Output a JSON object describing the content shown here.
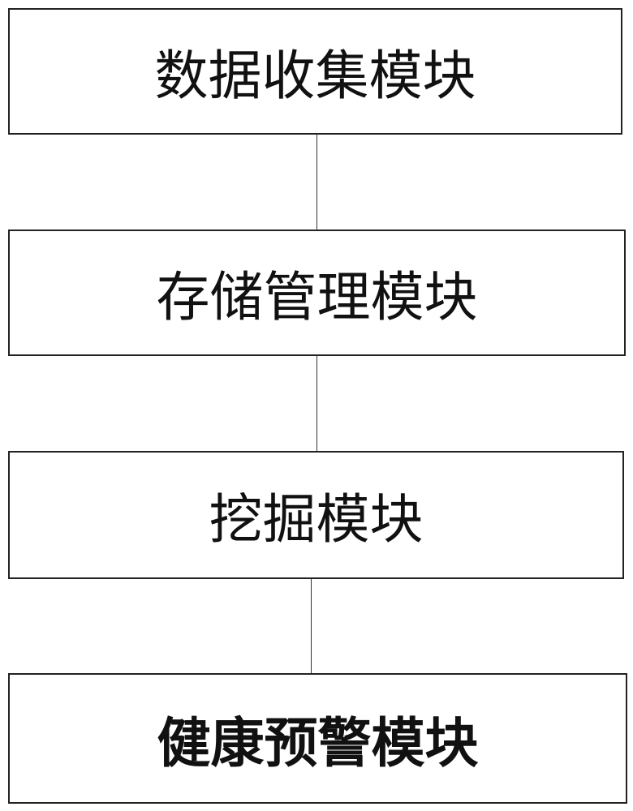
{
  "diagram": {
    "modules": [
      {
        "label": "数据收集模块"
      },
      {
        "label": "存储管理模块"
      },
      {
        "label": "挖掘模块"
      },
      {
        "label": "健康预警模块"
      }
    ]
  }
}
